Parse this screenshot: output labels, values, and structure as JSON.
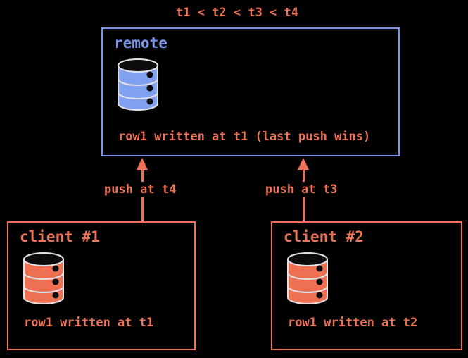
{
  "title": "t1 < t2 < t3 < t4",
  "colors": {
    "background": "#000000",
    "coral": "#ee7255",
    "blue": "#7b95e8",
    "blue_fill": "#80a0f0",
    "coral_fill": "#ee7052"
  },
  "remote": {
    "label": "remote",
    "note": "row1 written at t1 (last push wins)",
    "icon": "database-icon"
  },
  "clients": [
    {
      "label": "client #1",
      "note": "row1 written at t1",
      "push_label": "push at t4",
      "icon": "database-icon"
    },
    {
      "label": "client #2",
      "note": "row1 written at t2",
      "push_label": "push at t3",
      "icon": "database-icon"
    }
  ]
}
